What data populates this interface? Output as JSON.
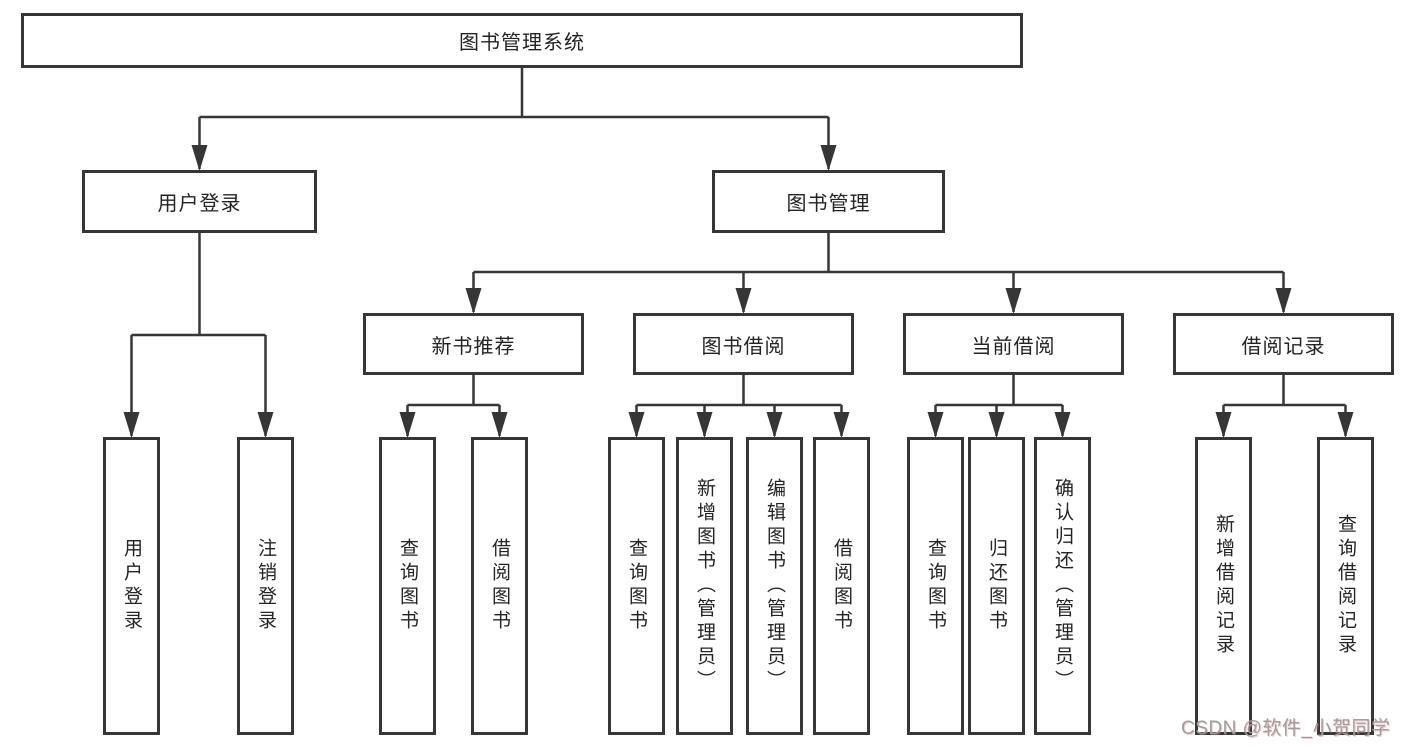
{
  "diagram_type": "hierarchy-tree",
  "tree": {
    "label": "图书管理系统",
    "children": [
      {
        "label": "用户登录",
        "children": [
          {
            "label": "用户登录"
          },
          {
            "label": "注销登录"
          }
        ]
      },
      {
        "label": "图书管理",
        "children": [
          {
            "label": "新书推荐",
            "children": [
              {
                "label": "查询图书"
              },
              {
                "label": "借阅图书"
              }
            ]
          },
          {
            "label": "图书借阅",
            "children": [
              {
                "label": "查询图书"
              },
              {
                "label": "新增图书（管理员）"
              },
              {
                "label": "编辑图书（管理员）"
              },
              {
                "label": "借阅图书"
              }
            ]
          },
          {
            "label": "当前借阅",
            "children": [
              {
                "label": "查询图书"
              },
              {
                "label": "归还图书"
              },
              {
                "label": "确认归还（管理员）"
              }
            ]
          },
          {
            "label": "借阅记录",
            "children": [
              {
                "label": "新增借阅记录"
              },
              {
                "label": "查询借阅记录"
              }
            ]
          }
        ]
      }
    ]
  },
  "watermark": {
    "text": "CSDN @软件_小贺同学"
  },
  "colors": {
    "line": "#363636",
    "box_border": "#363636",
    "box_fill": "#ffffff",
    "text": "#242424",
    "watermark": "#9e9e9e",
    "background": "#ffffff"
  }
}
